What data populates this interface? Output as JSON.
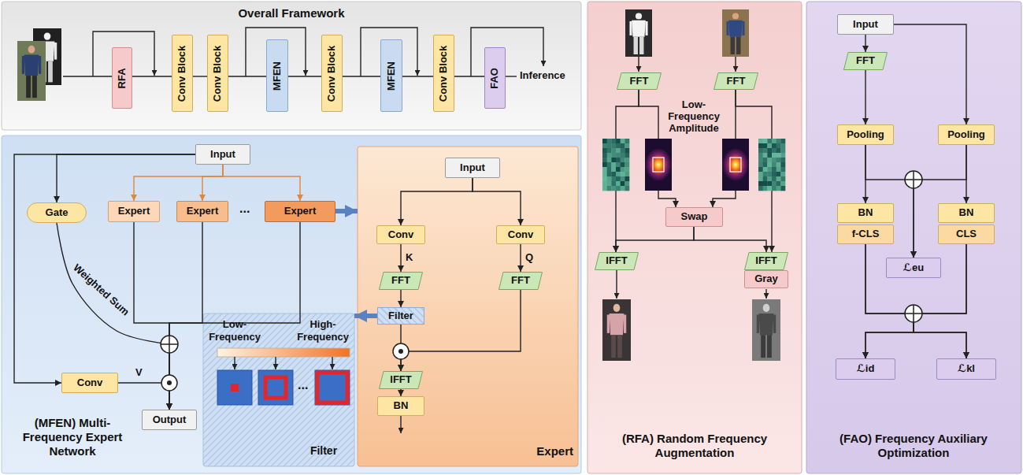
{
  "diagram": {
    "nodes": [
      {
        "text": [
          "Overall Framework"
        ]
      },
      {
        "text": [
          "RFA"
        ],
        "in": 0
      },
      {
        "text": [
          "Conv Block"
        ],
        "in": 0
      },
      {
        "text": [
          "Conv Block"
        ],
        "in": 0
      },
      {
        "text": [
          "MFEN"
        ],
        "in": 0
      },
      {
        "text": [
          "Conv Block"
        ],
        "in": 0
      },
      {
        "text": [
          "MFEN"
        ],
        "in": 0
      },
      {
        "text": [
          "Conv Block"
        ],
        "in": 0
      },
      {
        "text": [
          "FAO"
        ],
        "in": 0
      },
      {
        "text": [
          "(MFEN) Multi-Frequency Expert Network"
        ]
      },
      {
        "text": [
          "Input"
        ],
        "in": 9
      },
      {
        "text": [
          "Gate"
        ],
        "in": 9
      },
      {
        "text": [
          "Expert"
        ],
        "in": 9
      },
      {
        "text": [
          "Expert"
        ],
        "in": 9
      },
      {
        "text": [
          "Expert"
        ],
        "in": 9
      },
      {
        "text": [
          "Conv"
        ],
        "in": 9
      },
      {
        "text": [
          "Output"
        ],
        "in": 9
      },
      {
        "text": [
          "Low- Frequency",
          "High- Frequency",
          "Filter"
        ],
        "in": 9
      },
      {
        "text": [
          "Expert"
        ],
        "in": 9
      },
      {
        "text": [
          "Input"
        ],
        "in": 18
      },
      {
        "text": [
          "Conv"
        ],
        "in": 18
      },
      {
        "text": [
          "Conv"
        ],
        "in": 18
      },
      {
        "text": [
          "FFT"
        ],
        "in": 18
      },
      {
        "text": [
          "FFT"
        ],
        "in": 18
      },
      {
        "text": [
          "Filter"
        ],
        "in": 18
      },
      {
        "text": [
          "IFFT"
        ],
        "in": 18
      },
      {
        "text": [
          "BN"
        ],
        "in": 18
      },
      {
        "text": [
          "(RFA) Random Frequency Augmentation"
        ]
      },
      {
        "text": [
          "FFT"
        ],
        "in": 27
      },
      {
        "text": [
          "FFT"
        ],
        "in": 27
      },
      {
        "text": [
          "Swap"
        ],
        "in": 27
      },
      {
        "text": [
          "IFFT"
        ],
        "in": 27
      },
      {
        "text": [
          "IFFT"
        ],
        "in": 27
      },
      {
        "text": [
          "Gray"
        ],
        "in": 27
      },
      {
        "text": [
          "(FAO) Frequency Auxiliary Optimization"
        ]
      },
      {
        "text": [
          "Input"
        ],
        "in": 34
      },
      {
        "text": [
          "FFT"
        ],
        "in": 34
      },
      {
        "text": [
          "Pooling"
        ],
        "in": 34
      },
      {
        "text": [
          "Pooling"
        ],
        "in": 34
      },
      {
        "text": [
          "BN"
        ],
        "in": 34
      },
      {
        "text": [
          "f-CLS"
        ],
        "in": 34
      },
      {
        "text": [
          "BN"
        ],
        "in": 34
      },
      {
        "text": [
          "CLS"
        ],
        "in": 34
      },
      {
        "text": [
          "ℒeu"
        ],
        "in": 34
      },
      {
        "text": [
          "ℒid"
        ],
        "in": 34
      },
      {
        "text": [
          "ℒkl"
        ],
        "in": 34
      }
    ],
    "edges": [
      {
        "from": 1,
        "to": 2,
        "arrow": "none"
      },
      {
        "from": 2,
        "to": 3,
        "arrow": "none"
      },
      {
        "from": 3,
        "to": 4,
        "arrow": "none"
      },
      {
        "from": 4,
        "to": 5,
        "arrow": "none"
      },
      {
        "from": 5,
        "to": 6,
        "arrow": "none"
      },
      {
        "from": 6,
        "to": 7,
        "arrow": "none"
      },
      {
        "from": 7,
        "to": 8,
        "arrow": "none"
      },
      {
        "from": 10,
        "to": 11,
        "arrow": "to"
      },
      {
        "from": 10,
        "to": 12,
        "arrow": "to"
      },
      {
        "from": 10,
        "to": 13,
        "arrow": "to"
      },
      {
        "from": 10,
        "to": 14,
        "arrow": "to"
      },
      {
        "from": 10,
        "to": 15,
        "arrow": "to"
      },
      {
        "from": 12,
        "to": 16,
        "arrow": "to"
      },
      {
        "from": 13,
        "to": 16,
        "arrow": "to"
      },
      {
        "from": 14,
        "to": 16,
        "arrow": "to"
      },
      {
        "from": 11,
        "to": 16,
        "label": "Weighted Sum",
        "arrow": "to"
      },
      {
        "from": 15,
        "to": 16,
        "label": "V",
        "arrow": "to"
      },
      {
        "from": 14,
        "to": 18,
        "arrow": "to"
      },
      {
        "from": 24,
        "to": 17,
        "arrow": "to"
      },
      {
        "from": 19,
        "to": 20,
        "arrow": "to"
      },
      {
        "from": 19,
        "to": 21,
        "arrow": "to"
      },
      {
        "from": 20,
        "to": 22,
        "label": "K",
        "arrow": "to"
      },
      {
        "from": 21,
        "to": 23,
        "label": "Q",
        "arrow": "to"
      },
      {
        "from": 22,
        "to": 24,
        "arrow": "to"
      },
      {
        "from": 24,
        "to": 25,
        "arrow": "to"
      },
      {
        "from": 23,
        "to": 25,
        "arrow": "to"
      },
      {
        "from": 25,
        "to": 26,
        "arrow": "to"
      },
      {
        "from": 28,
        "to": 30,
        "arrow": "to"
      },
      {
        "from": 28,
        "to": 31,
        "arrow": "to"
      },
      {
        "from": 29,
        "to": 30,
        "arrow": "to"
      },
      {
        "from": 29,
        "to": 32,
        "arrow": "to"
      },
      {
        "from": 30,
        "to": 31,
        "arrow": "to"
      },
      {
        "from": 30,
        "to": 32,
        "arrow": "to"
      },
      {
        "from": 35,
        "to": 36,
        "arrow": "to"
      },
      {
        "from": 35,
        "to": 38,
        "arrow": "to"
      },
      {
        "from": 36,
        "to": 37,
        "arrow": "to"
      },
      {
        "from": 37,
        "to": 39,
        "arrow": "to"
      },
      {
        "from": 38,
        "to": 41,
        "arrow": "to"
      },
      {
        "from": 37,
        "to": 43,
        "arrow": "to"
      },
      {
        "from": 38,
        "to": 43,
        "arrow": "to"
      },
      {
        "from": 40,
        "to": 44,
        "arrow": "to"
      },
      {
        "from": 40,
        "to": 45,
        "arrow": "to"
      },
      {
        "from": 42,
        "to": 44,
        "arrow": "to"
      },
      {
        "from": 42,
        "to": 45,
        "arrow": "to"
      }
    ],
    "labels": [
      "Inference",
      "...",
      "...",
      "Low- Frequency Amplitude"
    ]
  }
}
